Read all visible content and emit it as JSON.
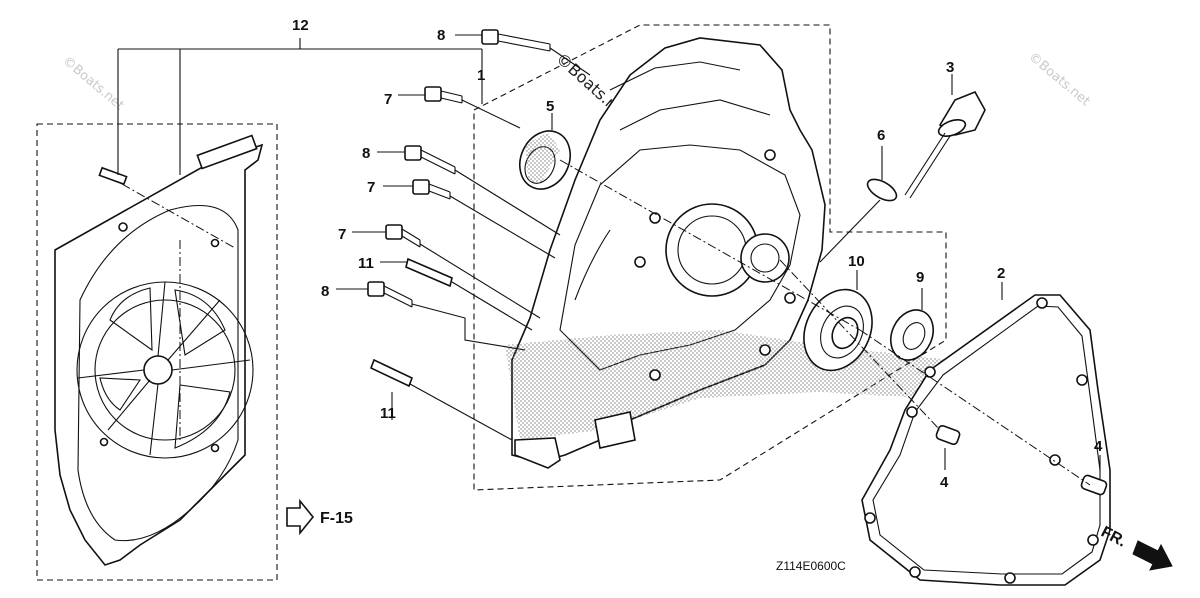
{
  "diagram": {
    "callouts": [
      {
        "id": "c12",
        "text": "12"
      },
      {
        "id": "c8a",
        "text": "8"
      },
      {
        "id": "c1",
        "text": "1"
      },
      {
        "id": "c7a",
        "text": "7"
      },
      {
        "id": "c5",
        "text": "5"
      },
      {
        "id": "c8b",
        "text": "8"
      },
      {
        "id": "c7b",
        "text": "7"
      },
      {
        "id": "c7c",
        "text": "7"
      },
      {
        "id": "c11a",
        "text": "11"
      },
      {
        "id": "c8c",
        "text": "8"
      },
      {
        "id": "c11b",
        "text": "11"
      },
      {
        "id": "c3",
        "text": "3"
      },
      {
        "id": "c6",
        "text": "6"
      },
      {
        "id": "c10",
        "text": "10"
      },
      {
        "id": "c9",
        "text": "9"
      },
      {
        "id": "c2",
        "text": "2"
      },
      {
        "id": "c4a",
        "text": "4"
      },
      {
        "id": "c4b",
        "text": "4"
      }
    ],
    "page_ref": "F-15",
    "front_marker": "FR.",
    "drawing_code": "Z114E0600C",
    "watermark": "©Boats.net"
  }
}
